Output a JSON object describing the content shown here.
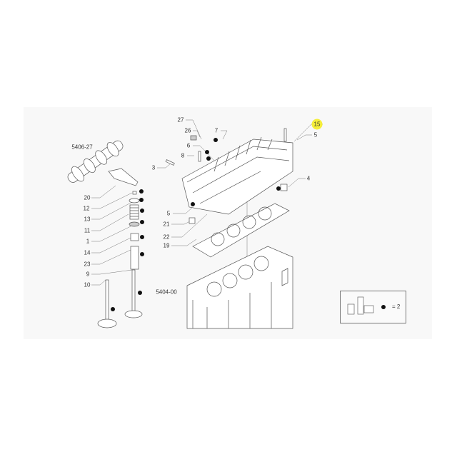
{
  "diagram": {
    "group_refs": {
      "camshaft": "5406-27",
      "block": "5404-00"
    },
    "highlighted_callout": "15",
    "callouts": {
      "c27": "27",
      "c26": "26",
      "c7": "7",
      "c6": "6",
      "c8": "8",
      "c3": "3",
      "c15": "15",
      "c5a": "5",
      "c4": "4",
      "c5b": "5",
      "c21": "21",
      "c22": "22",
      "c19": "19",
      "c20": "20",
      "c12": "12",
      "c13": "13",
      "c11": "11",
      "c1": "1",
      "c14": "14",
      "c23": "23",
      "c9": "9",
      "c10": "10"
    },
    "legend": {
      "text": "= 2"
    },
    "colors": {
      "highlight": "#f5ee3a",
      "panel": "#f8f8f8",
      "line": "#555555"
    }
  }
}
